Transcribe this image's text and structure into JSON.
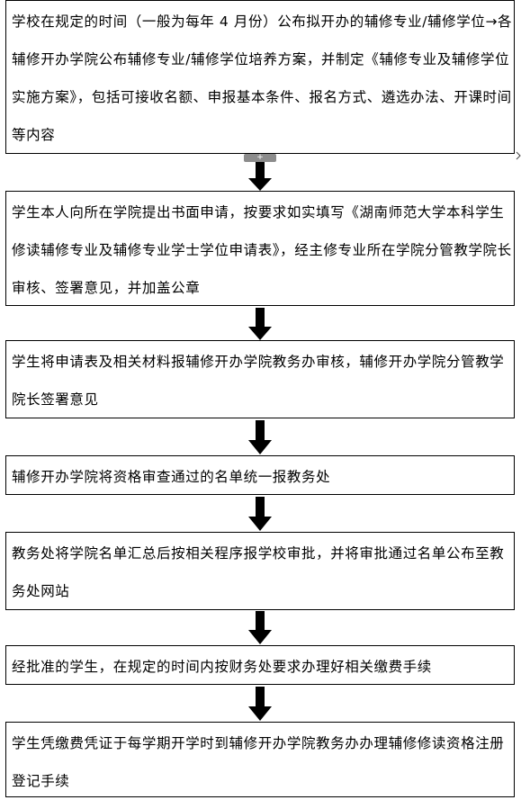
{
  "flowchart": {
    "steps": [
      {
        "text": "学校在规定的时间（一般为每年 4 月份）公布拟开办的辅修专业/辅修学位→各辅修开办学院公布辅修专业/辅修学位培养方案，并制定《辅修专业及辅修学位实施方案》，包括可接收名额、申报基本条件、报名方式、遴选办法、开课时间等内容"
      },
      {
        "text": "学生本人向所在学院提出书面申请，按要求如实填写《湖南师范大学本科学生修读辅修专业及辅修专业学士学位申请表》，经主修专业所在学院分管教学院长审核、签署意见，并加盖公章"
      },
      {
        "text": "学生将申请表及相关材料报辅修开办学院教务办审核，辅修开办学院分管教学院长签署意见"
      },
      {
        "text": "辅修开办学院将资格审查通过的名单统一报教务处"
      },
      {
        "text": "教务处将学院名单汇总后按相关程序报学校审批，并将审批通过名单公布至教务处网站"
      },
      {
        "text": "经批准的学生，在规定的时间内按财务处要求办理好相关缴费手续"
      },
      {
        "text": "学生凭缴费凭证于每学期开学时到辅修开办学院教务办办理辅修修读资格注册登记手续"
      }
    ],
    "expand_handle_symbol": "+",
    "arrow_color": "#000000",
    "border_color": "#000000"
  }
}
